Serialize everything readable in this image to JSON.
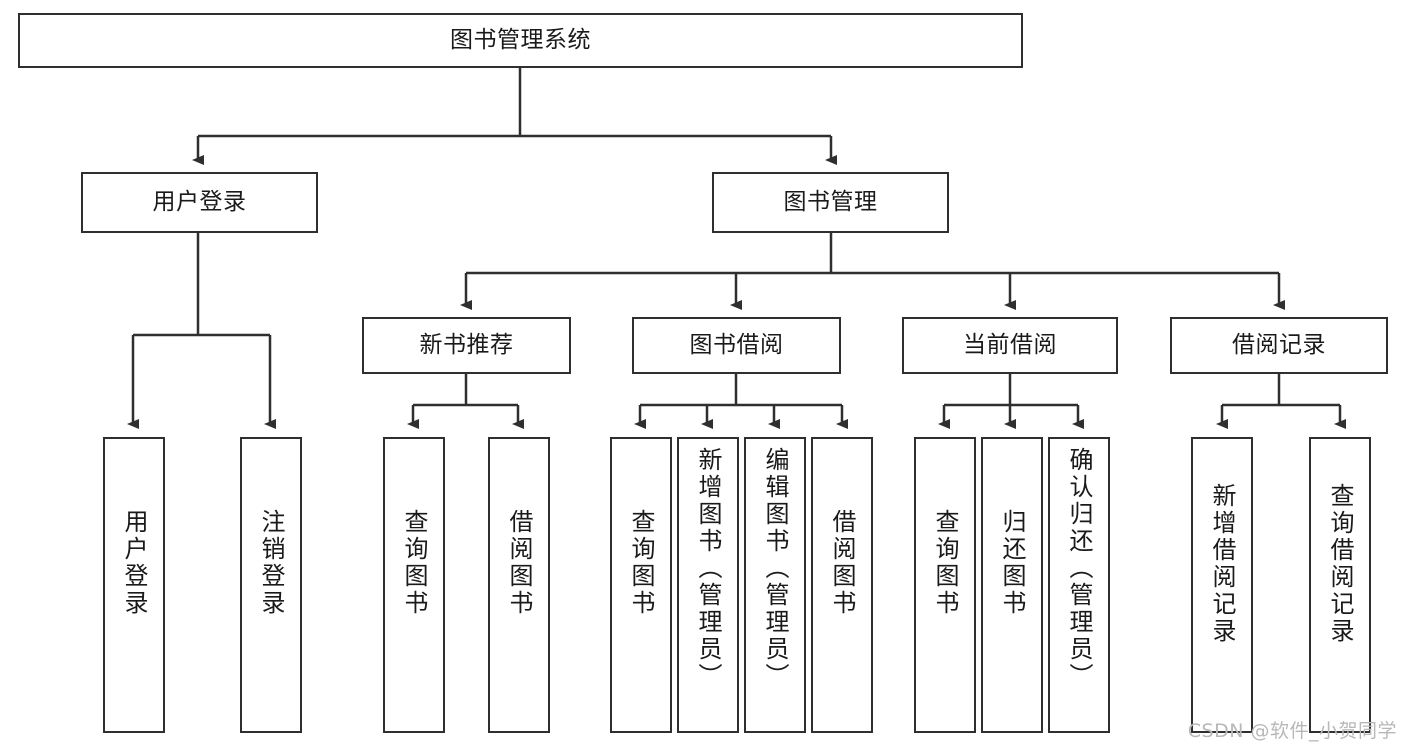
{
  "diagram": {
    "title_node": {
      "label": "图书管理系统"
    },
    "level2": [
      {
        "id": "user-login",
        "label": "用户登录"
      },
      {
        "id": "book-manage",
        "label": "图书管理"
      }
    ],
    "level3": [
      {
        "id": "new-book-recommend",
        "label": "新书推荐"
      },
      {
        "id": "book-borrow",
        "label": "图书借阅"
      },
      {
        "id": "current-borrow",
        "label": "当前借阅"
      },
      {
        "id": "borrow-record",
        "label": "借阅记录"
      }
    ],
    "leaves": {
      "user_login": [
        {
          "id": "leaf-user-login",
          "label": "用户登录"
        },
        {
          "id": "leaf-logout-login",
          "label": "注销登录"
        }
      ],
      "new_book_recommend": [
        {
          "id": "leaf-query-book-1",
          "label": "查询图书"
        },
        {
          "id": "leaf-borrow-book-1",
          "label": "借阅图书"
        }
      ],
      "book_borrow": [
        {
          "id": "leaf-query-book-2",
          "label": "查询图书"
        },
        {
          "id": "leaf-add-book",
          "label": "新增图书（管理员）"
        },
        {
          "id": "leaf-edit-book",
          "label": "编辑图书（管理员）"
        },
        {
          "id": "leaf-borrow-book-2",
          "label": "借阅图书"
        }
      ],
      "current_borrow": [
        {
          "id": "leaf-query-book-3",
          "label": "查询图书"
        },
        {
          "id": "leaf-return-book",
          "label": "归还图书"
        },
        {
          "id": "leaf-confirm-return",
          "label": "确认归还（管理员）"
        }
      ],
      "borrow_record": [
        {
          "id": "leaf-add-record",
          "label": "新增借阅记录"
        },
        {
          "id": "leaf-query-record",
          "label": "查询借阅记录"
        }
      ]
    }
  },
  "watermark": {
    "text": "CSDN @软件_小贺同学"
  },
  "colors": {
    "stroke": "#2f2f2f",
    "background": "#ffffff",
    "text": "#1a1a1a",
    "watermark": "#b8b8b8"
  }
}
